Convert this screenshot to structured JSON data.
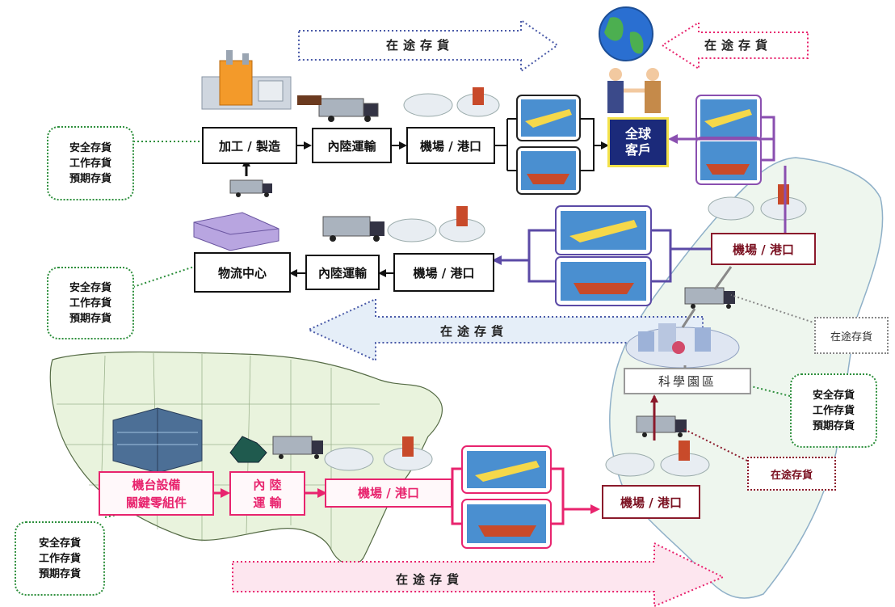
{
  "transit_label": "在途存貨",
  "inventory_lines": [
    "安全存貨",
    "工作存貨",
    "預期存貨"
  ],
  "nodes": {
    "processing": "加工 / 製造",
    "inland_top": "內陸運輸",
    "port_top": "機場 / 港口",
    "customer_line1": "全球",
    "customer_line2": "客戶",
    "logistics_center": "物流中心",
    "inland_mid": "內陸運輸",
    "port_mid": "機場 / 港口",
    "port_tw_top": "機場 / 港口",
    "science_park": "科學園區",
    "equipment_line1": "機台設備",
    "equipment_line2": "關鍵零組件",
    "inland_us_line1": "內 陸",
    "inland_us_line2": "運 輸",
    "port_us": "機場 / 港口",
    "port_tw_bottom": "機場 / 港口"
  },
  "colors": {
    "green": "#2d8f3c",
    "maroon": "#8b1a2b",
    "pink": "#e8246e",
    "navy": "#1b2a7a",
    "purple": "#8a4fb0",
    "indigo": "#5b4aa6"
  },
  "icons": [
    "globe-icon",
    "handshake-icon",
    "factory-icon",
    "truck-icon",
    "plane-icon",
    "ship-icon",
    "warehouse-icon",
    "office-building-icon",
    "crane-icon",
    "science-park-icon",
    "us-map",
    "taiwan-map"
  ]
}
